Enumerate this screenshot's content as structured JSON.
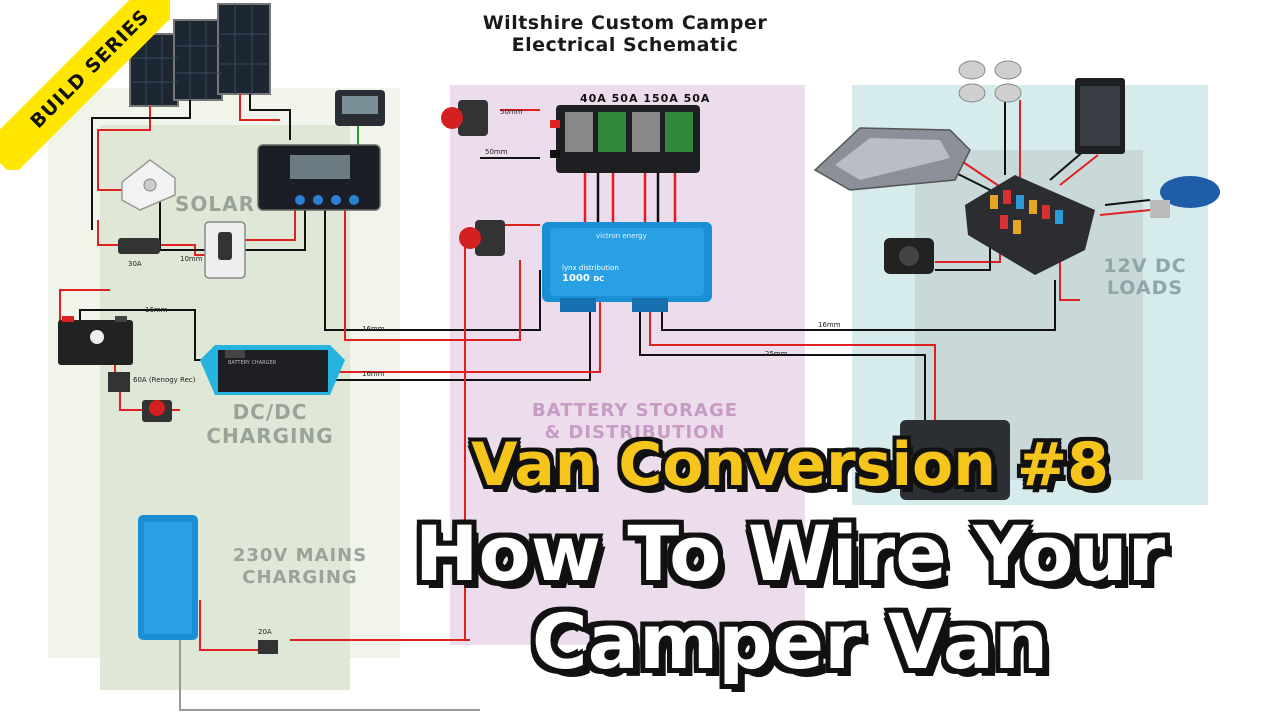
{
  "title_line1": "Wiltshire Custom Camper",
  "title_line2": "Electrical Schematic",
  "banner": "BUILD SERIES",
  "zones": {
    "solar": "SOLAR",
    "dcdc_1": "DC/DC",
    "dcdc_2": "CHARGING",
    "mains_1": "230V MAINS",
    "mains_2": "CHARGING",
    "storage_1": "BATTERY STORAGE",
    "storage_2": "& DISTRIBUTION",
    "loads_1": "12V DC",
    "loads_2": "LOADS"
  },
  "fuse_ratings": "40A  50A  150A  50A",
  "wire_labels": {
    "w50mm_a": "50mm",
    "w50mm_b": "50mm",
    "w10mm": "10mm",
    "w16mm_a": "16mm",
    "w16mm_b": "16mm",
    "w16mm_c": "16mm",
    "w16mm_d": "16mm",
    "w25mm": "25mm",
    "f30a": "30A",
    "f60a": "60A (Renogy Rec)",
    "f20a": "20A"
  },
  "device_text": {
    "lynx_1": "lynx distribution",
    "lynx_2": "1000",
    "lynx_3": "DC",
    "victron": "victron energy",
    "charger": "BATTERY CHARGER"
  },
  "headline": {
    "line1": "Van Conversion #8",
    "line2": "How To Wire Your",
    "line3": "Camper Van"
  },
  "colors": {
    "banner": "#ffe600",
    "headline_yellow": "#f6c51b",
    "wire_red": "#e02020",
    "wire_black": "#111111",
    "victron_blue": "#1a8fd6"
  }
}
